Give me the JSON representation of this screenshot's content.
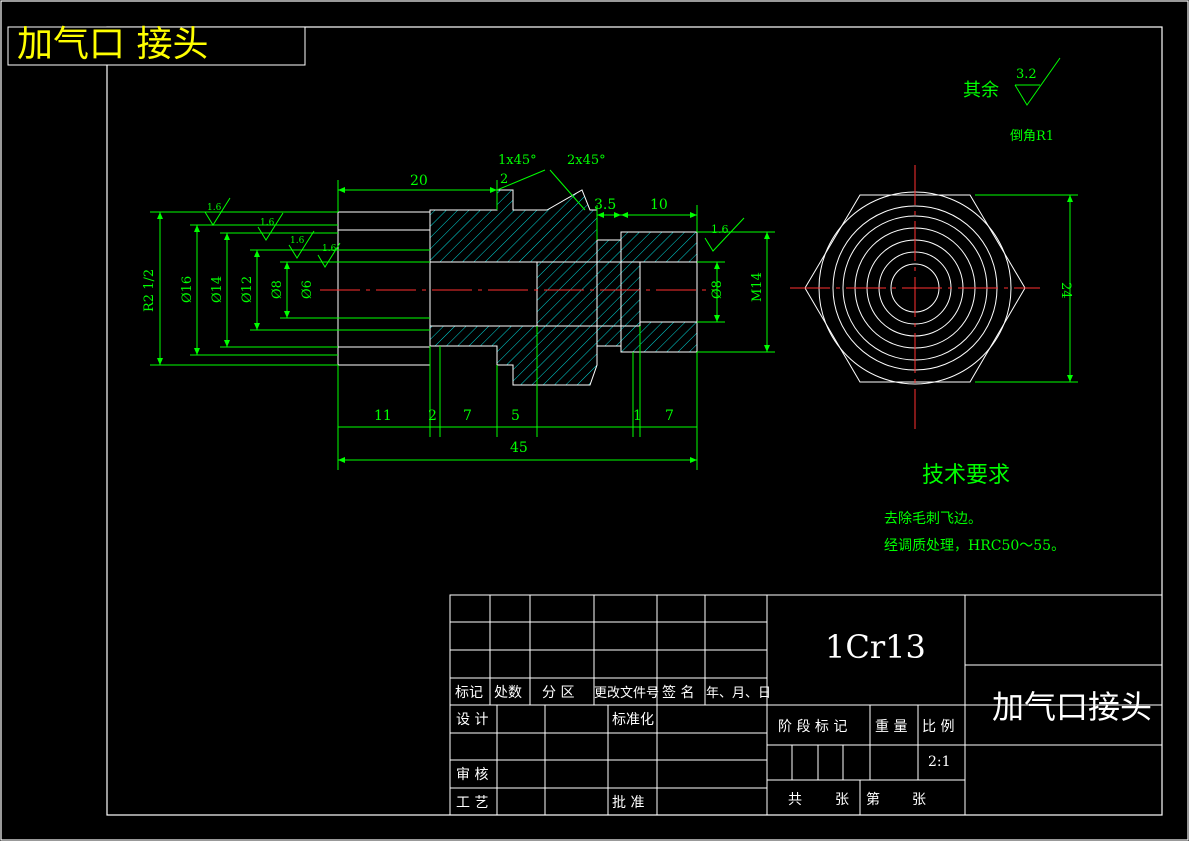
{
  "corner_title": "加气口 接头",
  "roughness": {
    "general": "其余",
    "general_value": "3.2",
    "chamfer_note": "倒角R1",
    "marks": [
      "1.6",
      "1.6",
      "1.6",
      "1.6",
      "1.6"
    ]
  },
  "chamfers": [
    "1x45°",
    "2x45°"
  ],
  "dimensions": {
    "top": [
      "20",
      "2",
      "3.5",
      "10"
    ],
    "diameters": [
      "R2 1/2",
      "Ø16",
      "Ø14",
      "Ø12",
      "Ø8",
      "Ø6",
      "Ø8",
      "M14"
    ],
    "bottom": [
      "11",
      "2",
      "7",
      "5",
      "1",
      "7"
    ],
    "total": "45",
    "hex": "24"
  },
  "tech_req": {
    "heading": "技术要求",
    "lines": [
      "去除毛刺飞边。",
      "经调质处理，HRC50～55。"
    ]
  },
  "title_block": {
    "headers": [
      "标记",
      "处数",
      "分 区",
      "更改文件号",
      "签 名",
      "年、月、日"
    ],
    "design": "设 计",
    "standard": "标准化",
    "review": "审 核",
    "process": "工 艺",
    "approve": "批 准",
    "stage": "阶 段 标 记",
    "weight": "重 量",
    "ratio_label": "比 例",
    "ratio": "2:1",
    "total_sheets": "共",
    "sheets_unit1": "张",
    "sheet_no": "第",
    "sheets_unit2": "张",
    "material": "1Cr13",
    "part_name": "加气口接头"
  }
}
